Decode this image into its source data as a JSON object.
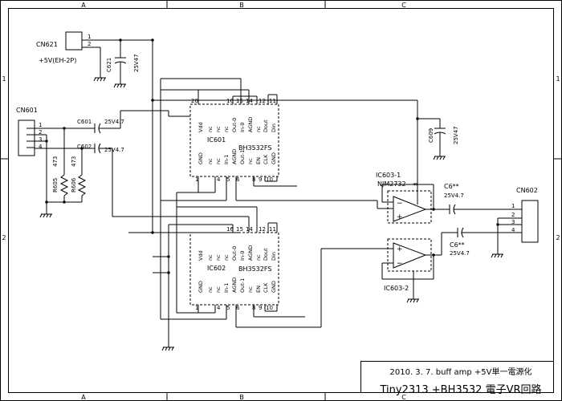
{
  "frame": {
    "col_labels": [
      "A",
      "B",
      "C"
    ],
    "row_labels": [
      "1",
      "2"
    ]
  },
  "title_block": {
    "line1": "2010. 3. 7.   buff amp +5V単一電源化",
    "line2": "Tiny2313 +BH3532 電子VR回路"
  },
  "connectors": {
    "cn621": {
      "ref": "CN621",
      "pins": [
        "1",
        "2"
      ],
      "note": "+5V(EH-2P)"
    },
    "cn601": {
      "ref": "CN601",
      "pins": [
        "1",
        "2",
        "3",
        "4"
      ]
    },
    "cn602": {
      "ref": "CN602",
      "pins": [
        "1",
        "2",
        "3",
        "4"
      ]
    }
  },
  "capacitors": {
    "c621": {
      "ref": "C621",
      "value": "25V47"
    },
    "c609": {
      "ref": "C609",
      "value": "25V47"
    },
    "c601": {
      "ref": "C601",
      "value": "25V4.7"
    },
    "c602": {
      "ref": "C602",
      "value": "25V4.7"
    },
    "c6a": {
      "ref": "C6**",
      "value": "25V4.7"
    },
    "c6b": {
      "ref": "C6**",
      "value": "25V4.7"
    }
  },
  "resistors": {
    "r605": {
      "ref": "R605",
      "value": "473"
    },
    "r606": {
      "ref": "R606",
      "value": "473"
    }
  },
  "ic601": {
    "ref": "IC601",
    "part": "BH3532FS",
    "top_pins": [
      "20",
      "16",
      "15",
      "14",
      "12",
      "11"
    ],
    "top_names": [
      "Vdd",
      "nc",
      "nc",
      "nc",
      "Out-0",
      "In-0",
      "AGND",
      "nc",
      "Dout",
      "Din"
    ],
    "bot_pins": [
      "1",
      "4",
      "5",
      "6",
      "8",
      "9",
      "10"
    ],
    "bot_names": [
      "GND",
      "nc",
      "nc",
      "In-1",
      "AGND",
      "Out-1",
      "nc",
      "EN",
      "CLK",
      "GND"
    ]
  },
  "ic602": {
    "ref": "IC602",
    "part": "BH3532FS",
    "top_pins": [
      "16",
      "15",
      "14",
      "12",
      "11"
    ],
    "top_names": [
      "Vdd",
      "nc",
      "nc",
      "nc",
      "Out-0",
      "In-0",
      "AGND",
      "nc",
      "Dout",
      "Din"
    ],
    "bot_pins": [
      "1",
      "4",
      "5",
      "6",
      "8",
      "9",
      "10"
    ],
    "bot_names": [
      "GND",
      "nc",
      "nc",
      "In-1",
      "AGND",
      "Out-1",
      "nc",
      "EN",
      "CLK",
      "GND"
    ]
  },
  "opamps": {
    "ic603_1": {
      "ref": "IC603-1",
      "part": "NJM2732",
      "mark": "∞"
    },
    "ic603_2": {
      "ref": "IC603-2"
    }
  }
}
